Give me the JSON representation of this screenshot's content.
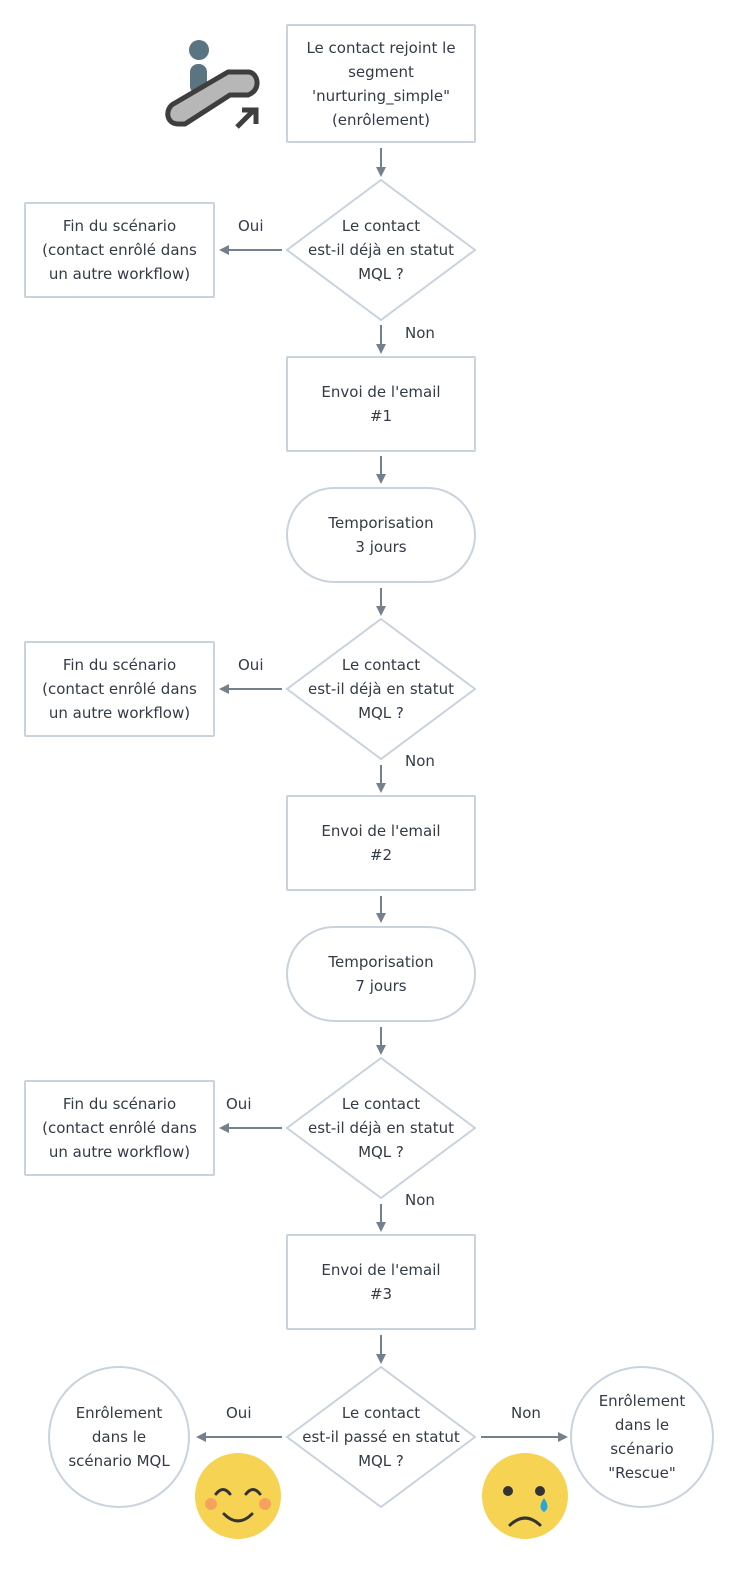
{
  "colors": {
    "stroke": "#c9d3de",
    "arrow": "#74808c",
    "text": "#333b47",
    "emoji": "#f7d354"
  },
  "start": {
    "text": "Le contact rejoint le\nsegment\n'nurturing_simple\"\n(enrôlement)",
    "icon": "escalator-icon"
  },
  "decisions": [
    {
      "text": "Le contact\nest-il déjà en statut\nMQL ?",
      "yes": "Oui",
      "no": "Non",
      "end": "Fin du scénario\n(contact enrôlé dans\nun autre workflow)"
    },
    {
      "text": "Le contact\nest-il déjà en statut\nMQL ?",
      "yes": "Oui",
      "no": "Non",
      "end": "Fin du scénario\n(contact enrôlé dans\nun autre workflow)"
    },
    {
      "text": "Le contact\nest-il déjà en statut\nMQL ?",
      "yes": "Oui",
      "no": "Non",
      "end": "Fin du scénario\n(contact enrôlé dans\nun autre workflow)"
    }
  ],
  "emails": [
    "Envoi de l'email\n#1",
    "Envoi de l'email\n#2",
    "Envoi de l'email\n#3"
  ],
  "delays": [
    "Temporisation\n3 jours",
    "Temporisation\n7 jours"
  ],
  "final": {
    "text": "Le contact\nest-il passé en statut\nMQL ?",
    "yes": "Oui",
    "no": "Non",
    "yes_result": "Enrôlement\ndans le\nscénario MQL",
    "no_result": "Enrôlement\ndans le\nscénario\n\"Rescue\"",
    "happy_icon": "smiley-happy-icon",
    "sad_icon": "smiley-crying-icon"
  }
}
